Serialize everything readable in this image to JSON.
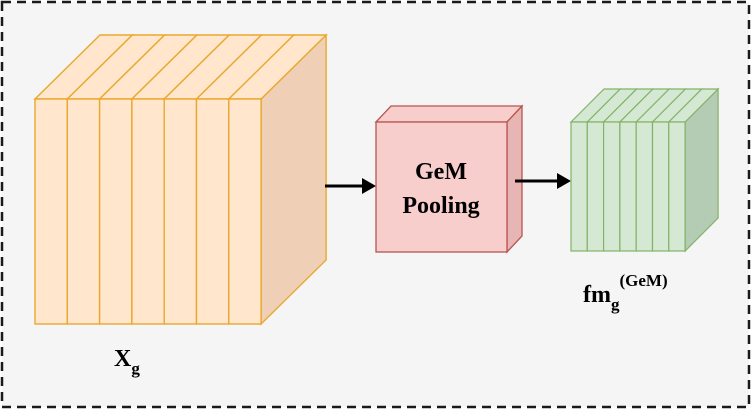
{
  "input_block": {
    "label_base": "X",
    "label_sub": "g",
    "slice_count": 7,
    "front_color": "#ffe6cc",
    "side_color": "#efd0b6",
    "stroke_color": "#e9a82f"
  },
  "pooling_block": {
    "line1": "GeM",
    "line2": "Pooling",
    "front_color": "#f8cecc",
    "side_color": "#e7b5b4",
    "stroke_color": "#b85450"
  },
  "output_block": {
    "label_base": "fm",
    "label_sub": "g",
    "label_sup": "(GeM)",
    "slice_count": 7,
    "front_color": "#d5e8d4",
    "side_color": "#b4ccb3",
    "stroke_color": "#82b366"
  },
  "frame": {
    "background": "#f5f5f5",
    "border_color": "#1a1a1a"
  }
}
